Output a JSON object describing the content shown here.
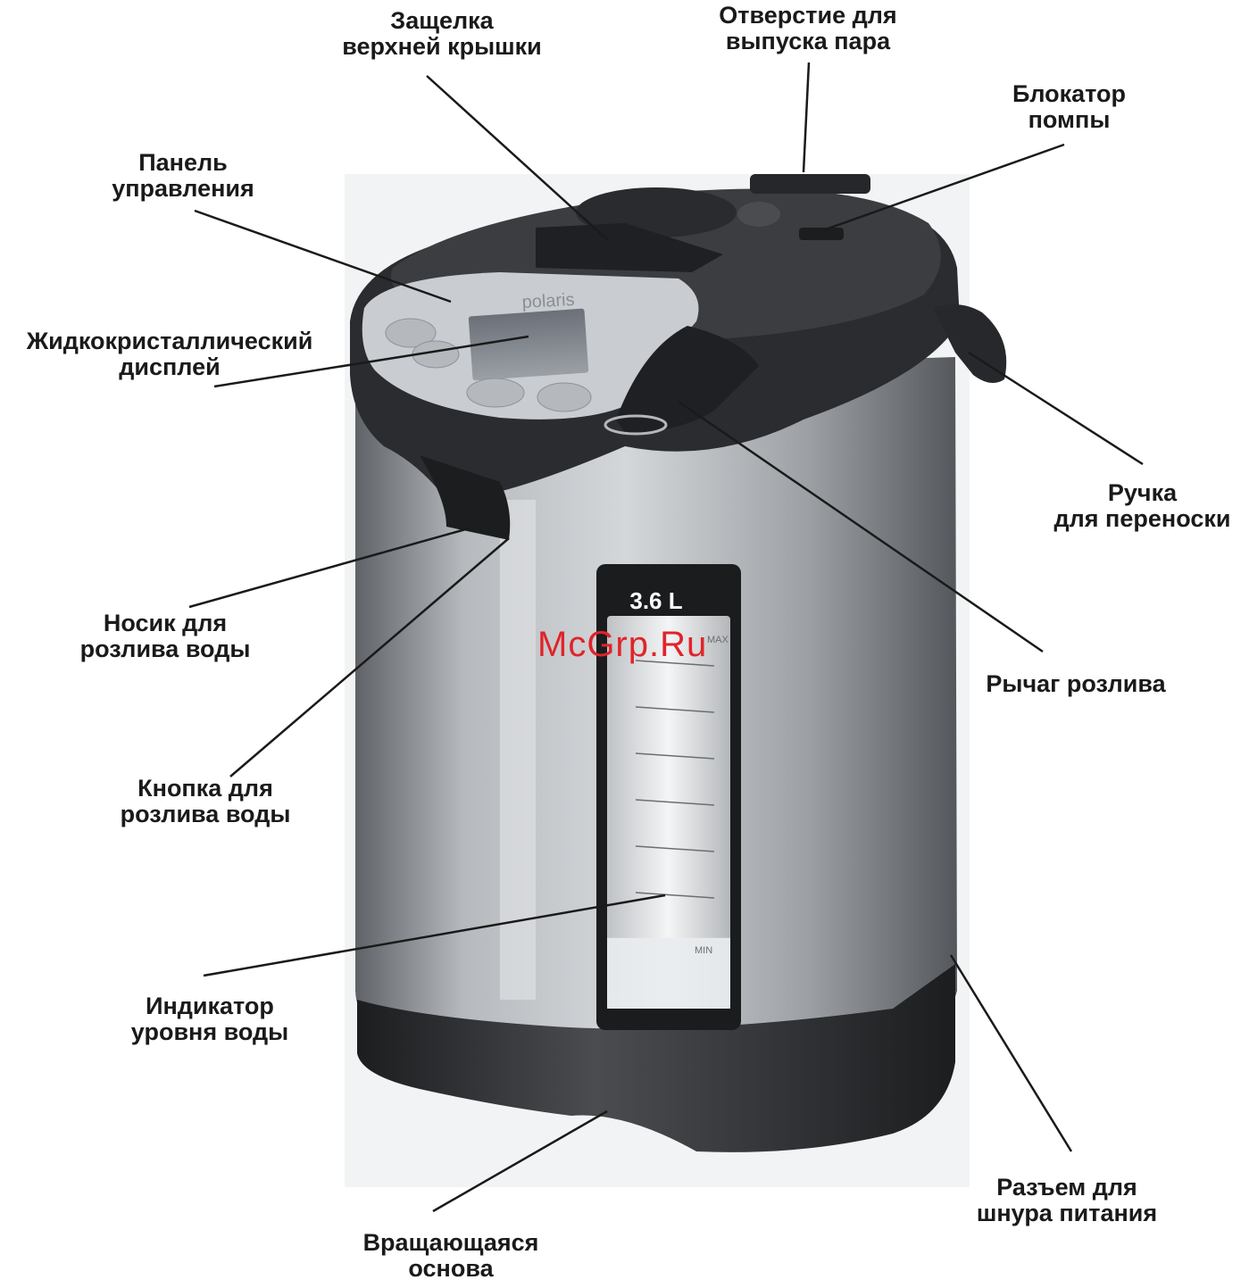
{
  "product": {
    "brand": "polaris",
    "capacity_label": "3.6 L",
    "gauge_max": "MAX",
    "gauge_min": "MIN",
    "level_fraction": 0.18
  },
  "watermark": "McGrp.Ru",
  "labels": {
    "lid_latch": [
      "Защелка",
      "верхней крышки"
    ],
    "steam_vent": [
      "Отверстие для",
      "выпуска пара"
    ],
    "pump_lock": [
      "Блокатор",
      "помпы"
    ],
    "control_panel": [
      "Панель",
      "управления"
    ],
    "lcd_display": [
      "Жидкокристаллический",
      "дисплей"
    ],
    "carry_handle": [
      "Ручка",
      "для переноски"
    ],
    "spout": [
      "Носик для",
      "розлива воды"
    ],
    "dispense_lever": [
      "Рычаг розлива"
    ],
    "dispense_button": [
      "Кнопка для",
      "розлива воды"
    ],
    "water_level_indicator": [
      "Индикатор",
      "уровня воды"
    ],
    "power_socket": [
      "Разъем для",
      "шнура питания"
    ],
    "rotating_base": [
      "Вращающаяся",
      "основа"
    ]
  },
  "colors": {
    "body_steel": "#9a9ea3",
    "body_dark": "#2d2e30",
    "panel": "#c9ccd0",
    "leader": "#1a1a1a",
    "watermark": "#e0242a"
  }
}
